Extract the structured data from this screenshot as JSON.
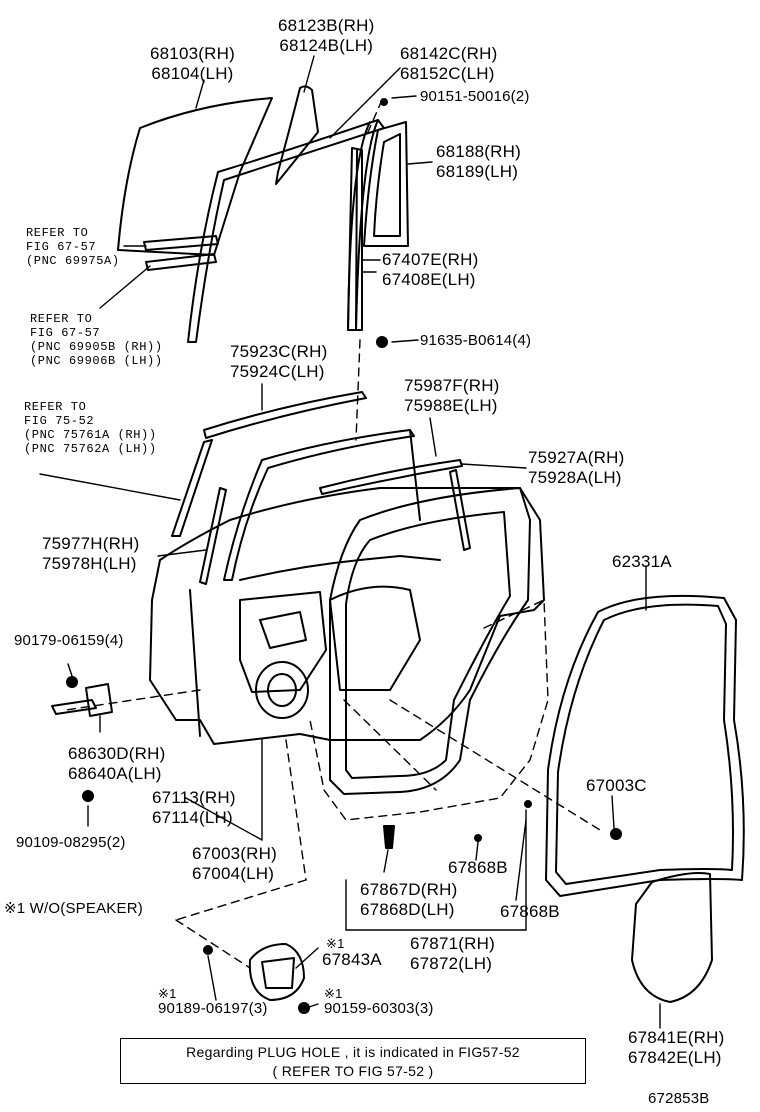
{
  "labels": {
    "glass": [
      "68103(RH)",
      "68104(LH)"
    ],
    "run_channel": [
      "68123B(RH)",
      "68124B(LH)"
    ],
    "frame": [
      "68142C(RH)",
      "68152C(LH)"
    ],
    "screw_top": "90151-50016(2)",
    "quarter_glass": [
      "68188(RH)",
      "68189(LH)"
    ],
    "ref_67_57_a": [
      "REFER TO",
      "FIG 67-57",
      "(PNC 69975A)"
    ],
    "ref_67_57_b": [
      "REFER TO",
      "FIG 67-57",
      "(PNC 69905B (RH))",
      "(PNC 69906B (LH))"
    ],
    "division_bar": [
      "67407E(RH)",
      "67408E(LH)"
    ],
    "bolt": "91635-B0614(4)",
    "belt_mold": [
      "75923C(RH)",
      "75924C(LH)"
    ],
    "ref_75_52": [
      "REFER TO",
      "FIG 75-52",
      "(PNC 75761A (RH))",
      "(PNC 75762A (LH))"
    ],
    "weatherstrip_frame": [
      "75987F(RH)",
      "75988E(LH)"
    ],
    "outer_strip": [
      "75927A(RH)",
      "75928A(LH)"
    ],
    "garnish": [
      "75977H(RH)",
      "75978H(LH)"
    ],
    "weatherstrip_body": "62331A",
    "screw_hinge": "90179-06159(4)",
    "check_assy": [
      "68630D(RH)",
      "68640A(LH)"
    ],
    "clip_c": "67003C",
    "door_panel": [
      "67113(RH)",
      "67114(LH)"
    ],
    "bolt_lower": "90109-08295(2)",
    "door_board": [
      "67003(RH)",
      "67004(LH)"
    ],
    "clip_b1": "67868B",
    "clip_b2": "67868B",
    "note_wo": "※1 W/O(SPEAKER)",
    "clip_d": [
      "67867D(RH)",
      "67868D(LH)"
    ],
    "trim": [
      "67871(RH)",
      "67872(LH)"
    ],
    "cover": [
      "※1",
      "67843A"
    ],
    "screw_cover_a": [
      "※1",
      "90189-06197(3)"
    ],
    "screw_cover_b": [
      "※1",
      "90159-60303(3)"
    ],
    "hole_cover": [
      "67841E(RH)",
      "67842E(LH)"
    ],
    "note_line1": "Regarding PLUG HOLE , it is indicated in FIG57-52",
    "note_line2": "( REFER TO FIG 57-52 )",
    "figure_id": "672853B"
  }
}
